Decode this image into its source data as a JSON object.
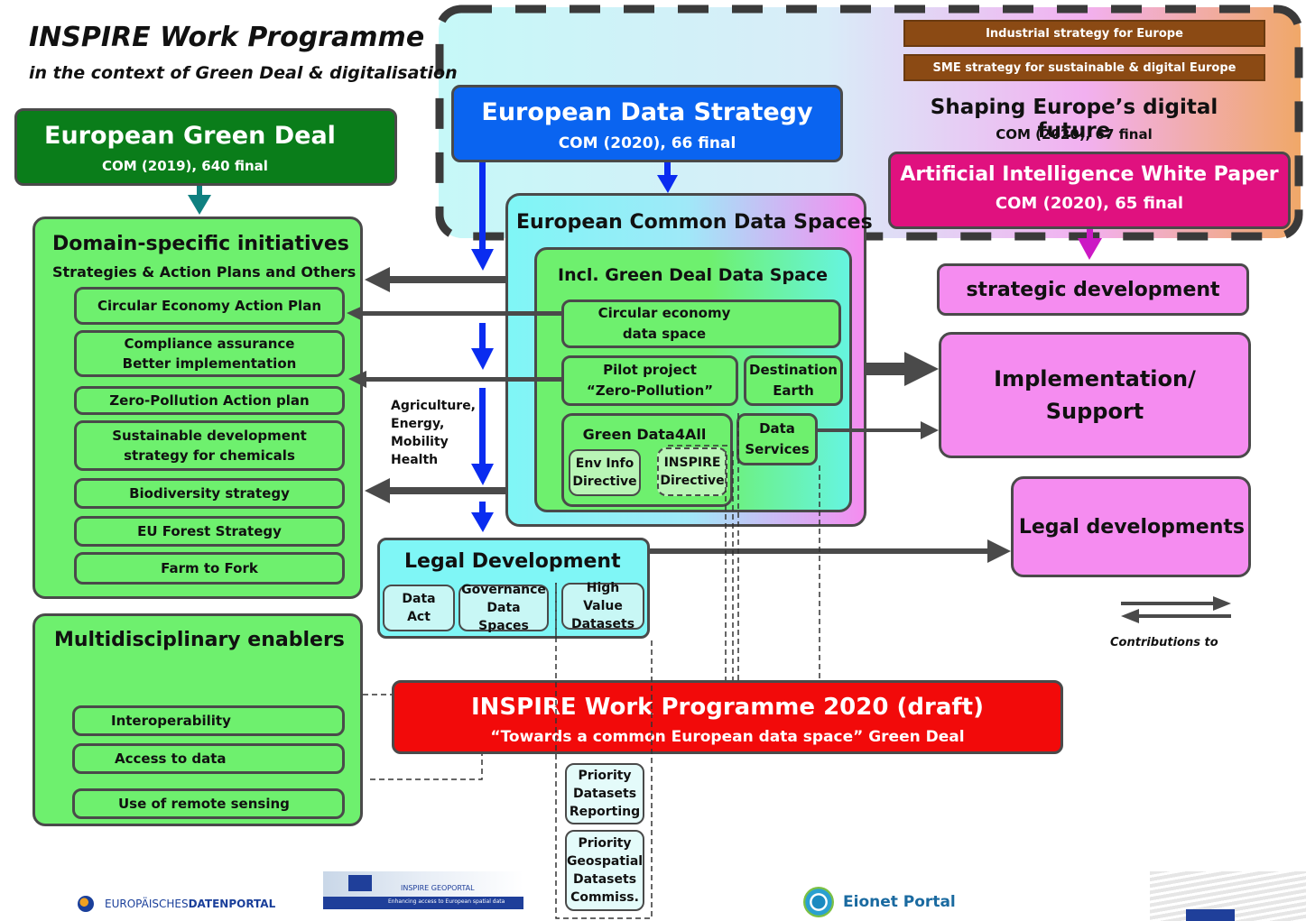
{
  "header": {
    "title": "INSPIRE Work Programme",
    "subtitle": "in the context of Green Deal & digitalisation"
  },
  "green_deal": {
    "title": "European Green Deal",
    "ref": "COM (2019), 640 final"
  },
  "data_strategy": {
    "title": "European Data Strategy",
    "ref": "COM (2020), 66 final"
  },
  "digital_future": {
    "industrial": "Industrial strategy for Europe",
    "sme": "SME strategy for sustainable & digital Europe",
    "title": "Shaping Europe’s digital future",
    "ref": "COM (2020), 67 final",
    "ai_title": "Artificial Intelligence White Paper",
    "ai_ref": "COM (2020), 65 final"
  },
  "domain": {
    "title": "Domain-specific initiatives",
    "subtitle": "Strategies & Action Plans and Others",
    "items": [
      "Circular Economy Action Plan",
      "Compliance assurance Better implementation",
      "Zero-Pollution Action plan",
      "Sustainable development strategy for chemicals",
      "Biodiversity strategy",
      "EU Forest Strategy",
      "Farm to Fork"
    ]
  },
  "multi": {
    "title": "Multidisciplinary enablers",
    "items": [
      "Interoperability",
      "Access to data",
      "Use of remote sensing"
    ]
  },
  "common": {
    "title": "European Common Data Spaces",
    "green_space": "Incl. Green Deal Data Space",
    "circular": "Circular economy data space",
    "pilot_line1": "Pilot project",
    "pilot_line2": "“Zero-Pollution”",
    "destination": "Destination Earth",
    "gd4all": "Green Data4All",
    "env_info": "Env Info Directive",
    "inspire_dir": "INSPIRE Directive",
    "data_services": "Data Services"
  },
  "sectors": "Agriculture, Energy, Mobility Health",
  "legal": {
    "title": "Legal Development",
    "data_act": "Data Act",
    "governance": "Governance Data Spaces",
    "hvd": "High Value Datasets"
  },
  "right": {
    "strategic": "strategic development",
    "impl": "Implementation/ Support",
    "legal": "Legal developments",
    "legend": "Contributions to"
  },
  "wp": {
    "title": "INSPIRE Work Programme 2020 (draft)",
    "subtitle": "“Towards a common European data space” Green Deal"
  },
  "priority": {
    "reporting": "Priority Datasets Reporting",
    "geospatial": "Priority Geospatial Datasets Commiss."
  },
  "logos": {
    "datenportal_a": "EUROPÄISCHES ",
    "datenportal_b": "DATENPORTAL",
    "geoportal": "INSPIRE GEOPORTAL",
    "geoportal_sub": "Enhancing access to European spatial data",
    "eionet": "Eionet Portal"
  },
  "colors": {
    "green_dark": "#0a7d1a",
    "green_box": "#6ef06e",
    "blue": "#0a64f0",
    "magenta": "#e0117f",
    "pink": "#f58cf0",
    "red": "#f20a0a",
    "brown": "#8b4a14"
  }
}
